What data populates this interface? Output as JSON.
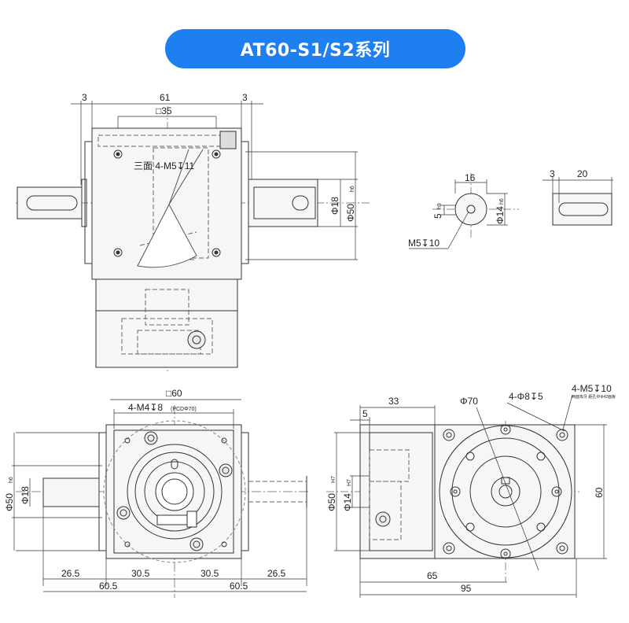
{
  "title": "AT60-S1/S2系列",
  "colors": {
    "banner": "#1e7ff0",
    "line": "#333333",
    "hidden": "#666666",
    "fill": "#f4f4f4"
  },
  "top_view": {
    "dim_left": "3",
    "dim_width": "61",
    "dim_right": "3",
    "dim_square": "□35",
    "hole_note": "三面 4-M5↧11",
    "dim_shaft": "Φ18",
    "dim_body": "Φ50",
    "dim_body_tol": "h6"
  },
  "shaft_detail": {
    "dim_width": "16",
    "dim_key": "5",
    "dim_key_tol": "h9",
    "dim_dia": "Φ14",
    "dim_dia_tol": "h6",
    "thread": "M5↧10"
  },
  "key_detail": {
    "dim_offset": "3",
    "dim_length": "20"
  },
  "front_view": {
    "dim_square": "□60",
    "hole_note": "4-M4↧8",
    "pcd_note": "(PCDΦ70)",
    "dim_body": "Φ50",
    "dim_body_tol": "h6",
    "dim_shaft": "Φ18",
    "dims_bottom": [
      "26.5",
      "30.5",
      "30.5",
      "26.5"
    ],
    "dims_total": [
      "60.5",
      "60.5"
    ]
  },
  "side_view": {
    "dim_33": "33",
    "dim_5": "5",
    "dim_bore": "Φ50",
    "dim_bore_tol": "H7",
    "dim_hole": "Φ14",
    "dim_hole_tol": "H7",
    "dim_65": "65",
    "dim_95": "95"
  },
  "end_view": {
    "dim_pcd": "Φ70",
    "holes_note": "4-Φ8↧5",
    "thread_note": "4-M5↧10",
    "thread_sub": "两面攻牙 距孔中Φ42面板",
    "dim_60": "60"
  }
}
